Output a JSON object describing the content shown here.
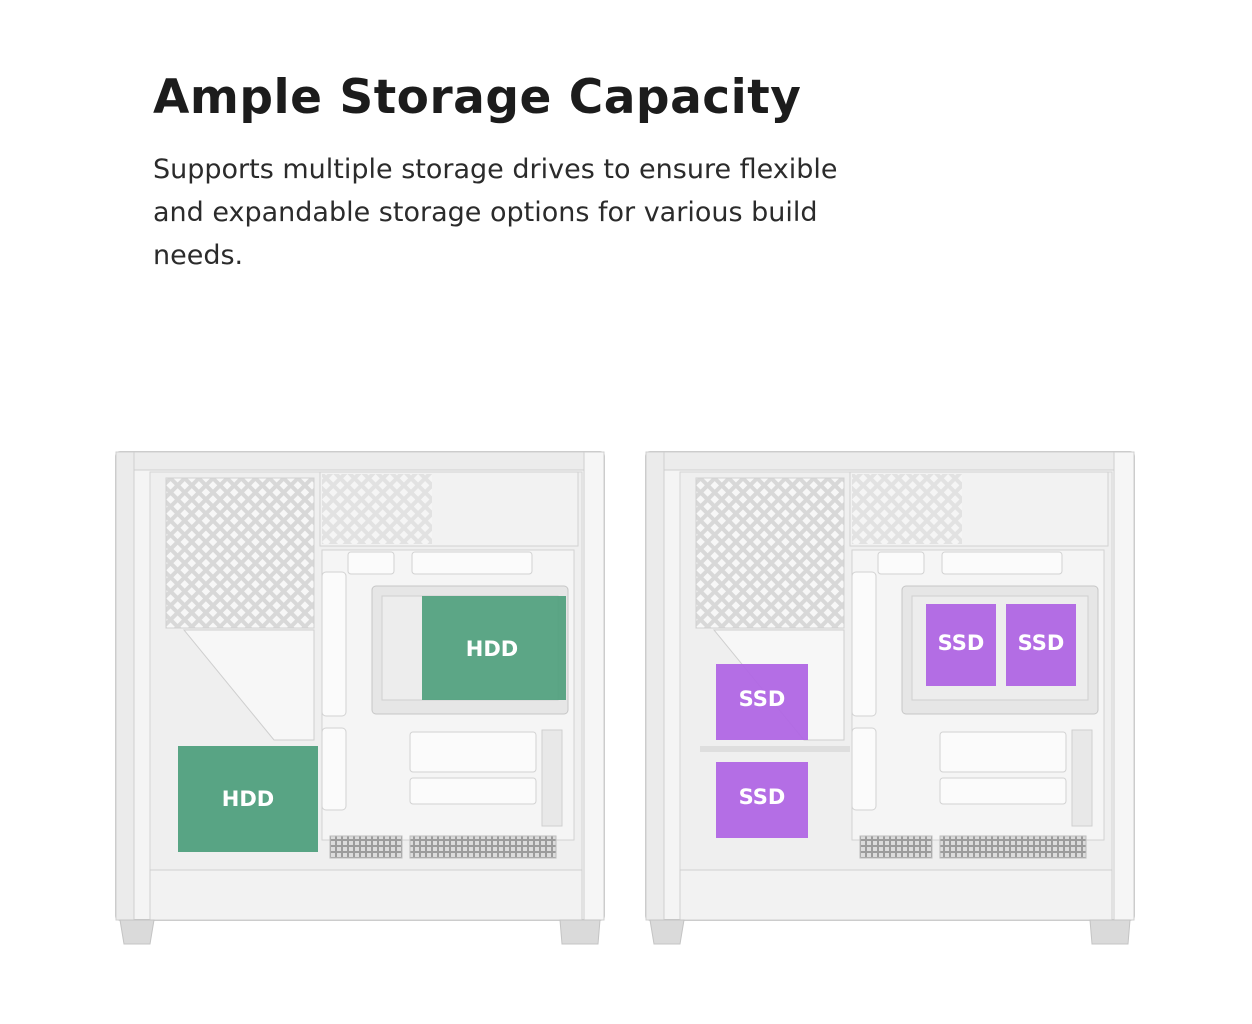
{
  "header": {
    "title": "Ample Storage Capacity",
    "description": "Supports multiple storage drives to ensure flexible and expandable storage options for various build needs."
  },
  "cases": [
    {
      "drives": [
        {
          "type": "hdd",
          "label": "HDD",
          "color": "#4f9f7d"
        },
        {
          "type": "hdd",
          "label": "HDD",
          "color": "#4f9f7d"
        }
      ]
    },
    {
      "drives": [
        {
          "type": "ssd",
          "label": "SSD",
          "color": "#b066e4"
        },
        {
          "type": "ssd",
          "label": "SSD",
          "color": "#b066e4"
        },
        {
          "type": "ssd",
          "label": "SSD",
          "color": "#b066e4"
        },
        {
          "type": "ssd",
          "label": "SSD",
          "color": "#b066e4"
        }
      ]
    }
  ],
  "colors": {
    "hdd_highlight": "#4f9f7d",
    "ssd_highlight": "#b066e4",
    "case_body": "#f1f1f1",
    "case_outline": "#c9c9c9"
  }
}
